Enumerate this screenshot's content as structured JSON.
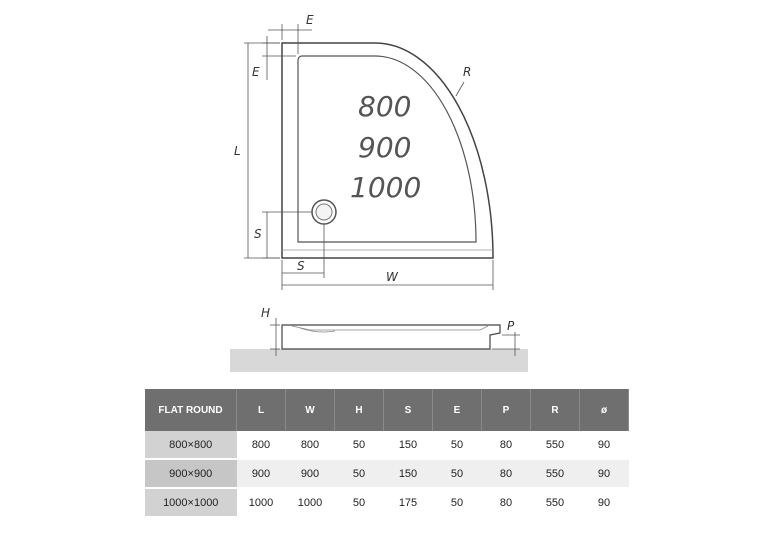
{
  "diagram": {
    "dimension_labels": {
      "E_top": "E",
      "E_side": "E",
      "R": "R",
      "L": "L",
      "S_side": "S",
      "S_bottom": "S",
      "W": "W",
      "H": "H",
      "P": "P"
    },
    "sizes": [
      "800",
      "900",
      "1000"
    ]
  },
  "table": {
    "headers": [
      "FLAT ROUND",
      "L",
      "W",
      "H",
      "S",
      "E",
      "P",
      "R",
      "ø"
    ],
    "rows": [
      [
        "800×800",
        "800",
        "800",
        "50",
        "150",
        "50",
        "80",
        "550",
        "90"
      ],
      [
        "900×900",
        "900",
        "900",
        "50",
        "150",
        "50",
        "80",
        "550",
        "90"
      ],
      [
        "1000×1000",
        "1000",
        "1000",
        "50",
        "175",
        "50",
        "80",
        "550",
        "90"
      ]
    ]
  }
}
